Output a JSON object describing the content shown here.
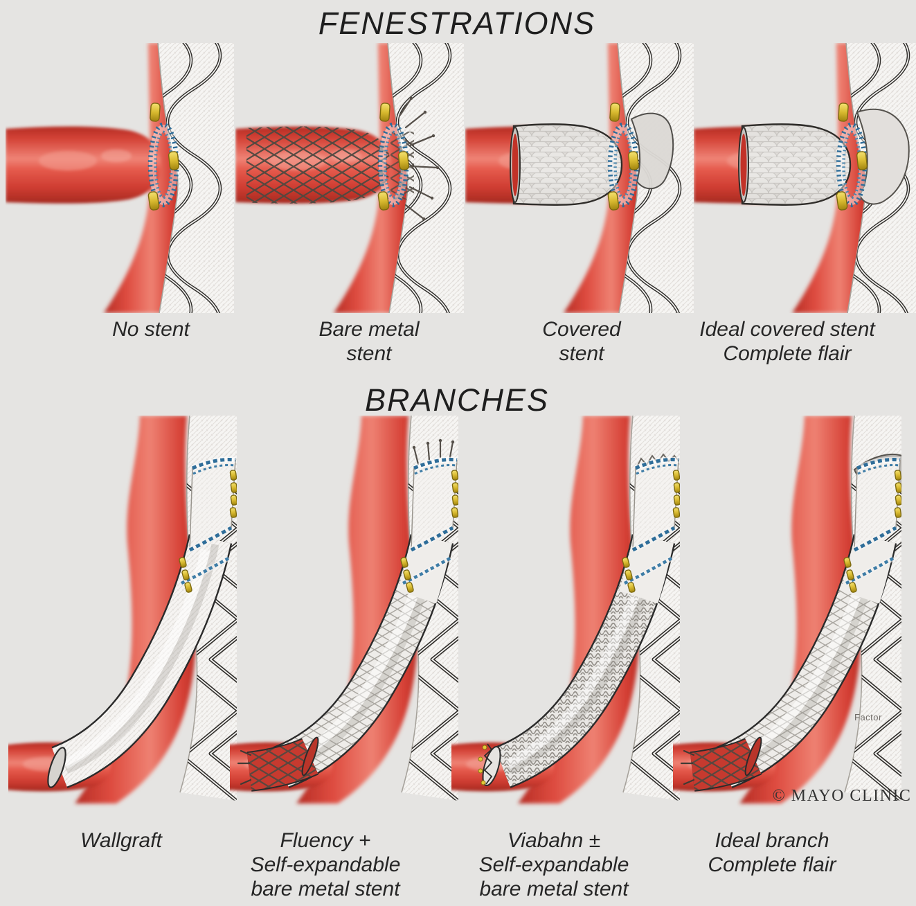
{
  "background_color": "#e5e4e2",
  "sections": [
    {
      "title": "FENESTRATIONS",
      "panels": [
        {
          "type": "no-stent",
          "label_lines": [
            "No stent"
          ]
        },
        {
          "type": "bare-metal",
          "label_lines": [
            "Bare metal",
            "stent"
          ]
        },
        {
          "type": "covered",
          "label_lines": [
            "Covered",
            "stent"
          ]
        },
        {
          "type": "ideal-covered",
          "label_lines": [
            "Ideal covered stent",
            "Complete flair"
          ]
        }
      ]
    },
    {
      "title": "BRANCHES",
      "panels": [
        {
          "type": "wallgraft",
          "label_lines": [
            "Wallgraft"
          ]
        },
        {
          "type": "fluency",
          "label_lines": [
            "Fluency +",
            "Self-expandable",
            "bare metal stent"
          ]
        },
        {
          "type": "viabahn",
          "label_lines": [
            "Viabahn ±",
            "Self-expandable",
            "bare metal stent"
          ]
        },
        {
          "type": "ideal-branch",
          "label_lines": [
            "Ideal branch",
            "Complete flair"
          ]
        }
      ]
    }
  ],
  "annotations": {
    "artist_signature": "Factor",
    "copyright": "© MAYO CLINIC"
  },
  "palette": {
    "vessel_red": "#d84538",
    "vessel_red_dark": "#a52a21",
    "vessel_highlight": "#f0958a",
    "graft_white": "#f6f5f3",
    "wire_dark": "#2f2d2a",
    "fenestration_ring_blue": "#2e6d99",
    "marker_gold": "#d9ba30",
    "label_text": "#262626"
  }
}
